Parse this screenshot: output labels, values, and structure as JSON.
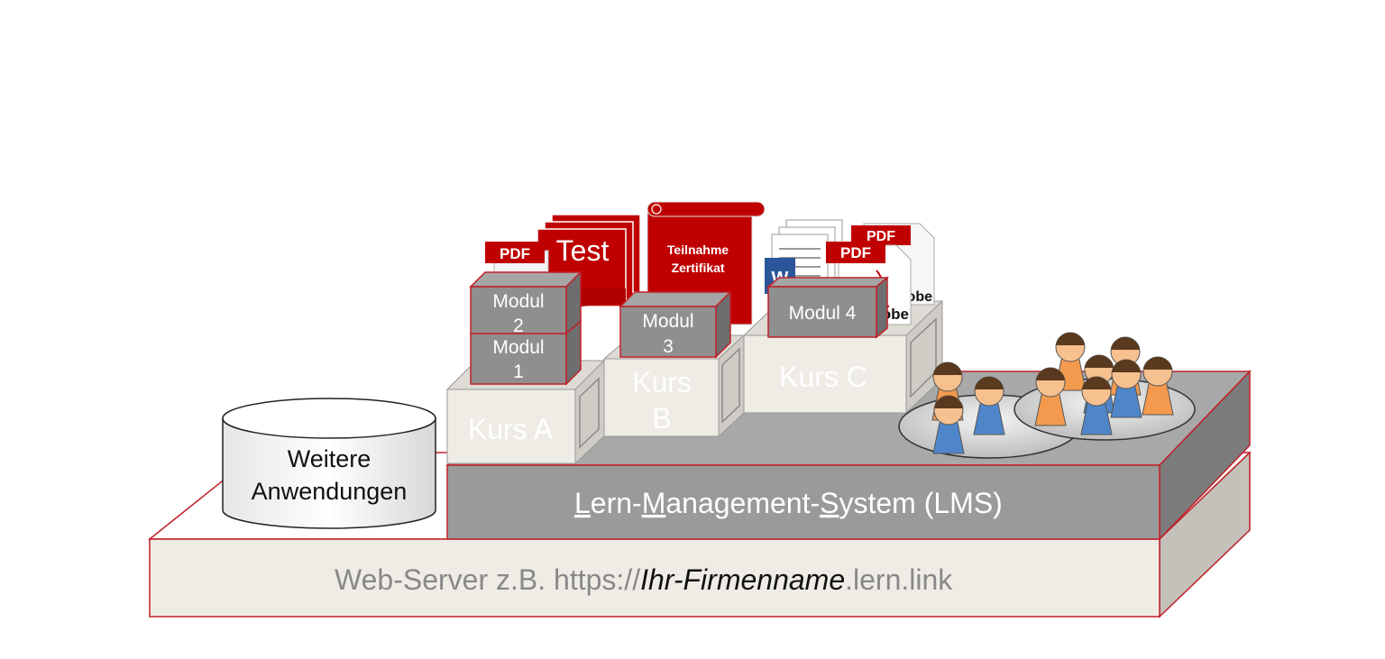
{
  "web_server": {
    "prefix": "Web-Server  z.B. https://",
    "firm": "Ihr-Firmenname",
    "suffix": ".lern.link"
  },
  "lms": {
    "l": "L",
    "part1": "ern-",
    "m": "M",
    "part2": "anagement-",
    "s": "S",
    "part3": "ystem (LMS)"
  },
  "weitere": {
    "line1": "Weitere",
    "line2": "Anwendungen"
  },
  "kurse": {
    "a": "Kurs A",
    "b_line1": "Kurs",
    "b_line2": "B",
    "c": "Kurs C"
  },
  "module": {
    "m1_line1": "Modul",
    "m1_line2": "1",
    "m2_line1": "Modul",
    "m2_line2": "2",
    "m3_line1": "Modul",
    "m3_line2": "3",
    "m4": "Modul 4"
  },
  "documents": {
    "test": "Test",
    "zertifikat_line1": "Teilnahme",
    "zertifikat_line2": "Zertifikat",
    "pdf": "PDF",
    "adobe": "dobe",
    "adobe_back": "obe",
    "word": "W"
  },
  "colors": {
    "accent_red": "#c00000",
    "border_red": "#c0202a",
    "platform": "#efece6",
    "lms_gray": "#9a9a9a",
    "person_orange": "#f39a4e",
    "person_blue": "#4f86c9"
  }
}
